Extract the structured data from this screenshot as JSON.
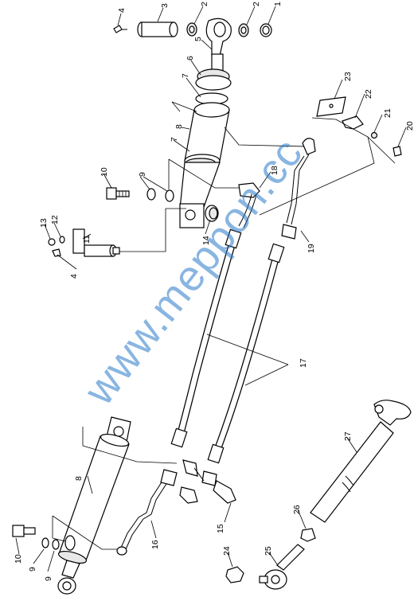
{
  "watermark": "www.meppon.cc",
  "labels": {
    "l1": "1",
    "l2a": "2",
    "l2b": "2",
    "l3": "3",
    "l4a": "4",
    "l4b": "4",
    "l5": "5",
    "l6": "6",
    "l7a": "7",
    "l7b": "7",
    "l8a": "8",
    "l8b": "8",
    "l9a": "9",
    "l9b": "9",
    "l9c": "9",
    "l10a": "10",
    "l10b": "10",
    "l11": "11",
    "l12": "12",
    "l13": "13",
    "l14": "14",
    "l15": "15",
    "l16": "16",
    "l17": "17",
    "l18": "18",
    "l19": "19",
    "l20": "20",
    "l21": "21",
    "l22": "22",
    "l23": "23",
    "l24": "24",
    "l25": "25",
    "l26": "26",
    "l27": "27"
  }
}
